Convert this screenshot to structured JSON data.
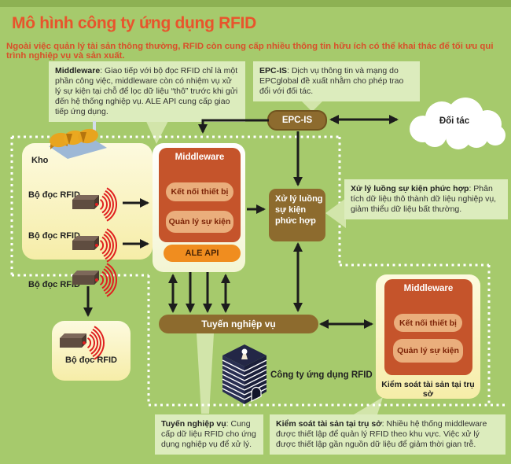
{
  "header": {
    "title": "Mô hình công ty ứng dụng RFID",
    "subtitle": "Ngoài việc quản lý tài sản thông thường, RFID còn cung cấp nhiều thông tin hữu ích có thể khai thác để tối ưu qui trình nghiệp vụ và sản xuất."
  },
  "callouts": {
    "middleware": {
      "lead": "Middleware",
      "body": ": Giao tiếp với bộ đọc RFID chỉ là một phần công việc, middleware còn có nhiệm vụ xử lý sự kiện tại chỗ để lọc dữ liệu “thô” trước khi gửi đến hệ thống nghiệp vụ. ALE API cung cấp giao tiếp ứng dụng."
    },
    "epcis": {
      "lead": "EPC-IS",
      "body": ": Dịch vụ thông tin và mạng do EPCglobal đề xuất nhằm cho phép trao đổi với đối tác."
    },
    "cep": {
      "lead": "Xử lý luồng sự kiện phức hợp",
      "body": ": Phân tích dữ liệu thô thành dữ liệu nghiệp vụ, giảm thiểu dữ liệu bất thường."
    },
    "bus": {
      "lead": "Tuyến nghiệp vụ",
      "body": ": Cung cấp dữ liệu RFID cho ứng dụng nghiệp vụ để xử lý."
    },
    "asset": {
      "lead": "Kiểm soát tài sản tại trụ sở",
      "body": ": Nhiều hệ thống middleware được thiết lập để quản lý RFID theo khu vực. Việc xử lý được thiết lập gần nguồn dữ liệu để giảm thời gian trễ."
    }
  },
  "diagram": {
    "warehouse_label": "Kho",
    "reader_label": "Bộ đọc RFID",
    "epcis_box": "EPC-IS",
    "partner_cloud": "Đối tác",
    "cep_lines": [
      "Xử lý luồng",
      "sự kiện",
      "phức hợp"
    ],
    "bus_bar": "Tuyến nghiệp vụ",
    "company_label": "Công ty ứng dụng RFID",
    "middleware_left": {
      "title": "Middleware",
      "device_connect": "Kết nối thiết bị",
      "event_manage": "Quản lý sự kiện",
      "ale_api": "ALE API"
    },
    "middleware_right": {
      "title": "Middleware",
      "device_connect": "Kết nối thiết bị",
      "event_manage": "Quản lý sự kiện",
      "caption": "Kiểm soát tài sản tại trụ sở"
    }
  },
  "colors": {
    "background": "#a6ca6c",
    "top_strip": "#8db153",
    "title_accent": "#e8542c",
    "callout_green": "#dcecbd",
    "brown_node": "#8d6b2e",
    "middleware_terracotta": "#c5542b",
    "pill_orange": "#eaae7c",
    "ale_orange": "#f08d1f",
    "panel_yellow": "#f6eda8",
    "rfid_wave_red": "#e01f1f",
    "building_navy": "#232746"
  }
}
